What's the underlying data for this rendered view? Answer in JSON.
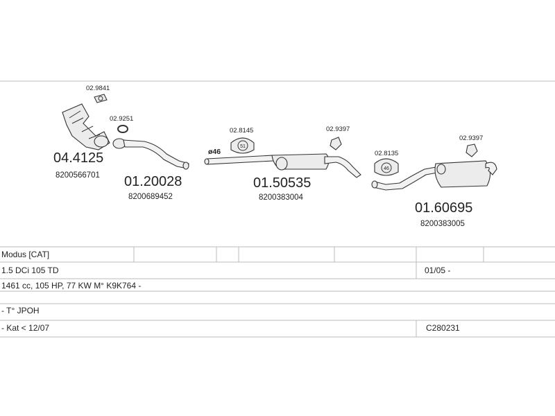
{
  "parts": {
    "manifold_cat": {
      "number": "04.4125",
      "oe": "8200566701"
    },
    "front_pipe": {
      "number": "01.20028",
      "oe": "8200689452"
    },
    "middle_silencer": {
      "number": "01.50535",
      "oe": "8200383004"
    },
    "rear_silencer": {
      "number": "01.60695",
      "oe": "8200383005"
    }
  },
  "accessories": {
    "gasket_manifold": "02.9841",
    "gasket_ring": "02.9251",
    "rubber_mount_middle": "02.8145",
    "clamp_middle": "02.9397",
    "rubber_mount_rear": "02.8135",
    "clamp_rear": "02.9397"
  },
  "pipe_diameter": "ø46",
  "table": {
    "model": "Modus  [CAT]",
    "engine": "1.5 DCi 105 TD",
    "date": "01/05 -",
    "spec": "1461 cc, 105 HP, 77 KW M° K9K764 -",
    "type": "- T° JPOH",
    "kat": "- Kat < 12/07",
    "code": "C280231"
  }
}
